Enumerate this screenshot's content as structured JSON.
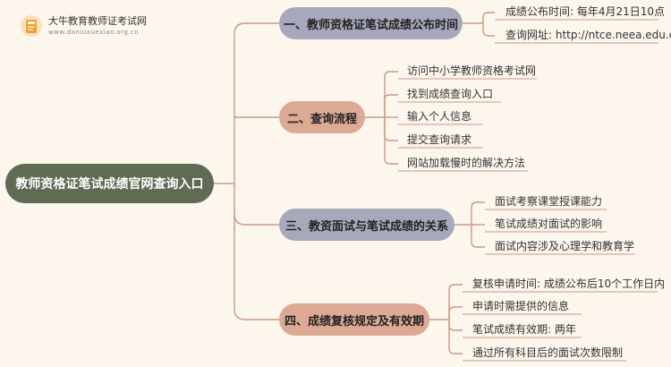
{
  "logo": {
    "title": "大牛教育教师证考试网",
    "url": "www.daniuxuexiao.org.cn"
  },
  "root": {
    "label": "教师资格证笔试成绩官网查询入口"
  },
  "branches": [
    {
      "label": "一、教师资格证笔试成绩公布时间",
      "items": [
        "成绩公布时间: 每年4月21日10点",
        "查询网址: http://ntce.neea.edu.cn"
      ]
    },
    {
      "label": "二、查询流程",
      "items": [
        "访问中小学教师资格考试网",
        "找到成绩查询入口",
        "输入个人信息",
        "提交查询请求",
        "网站加载慢时的解决方法"
      ]
    },
    {
      "label": "三、教资面试与笔试成绩的关系",
      "items": [
        "面试考察课堂授课能力",
        "笔试成绩对面试的影响",
        "面试内容涉及心理学和教育学"
      ]
    },
    {
      "label": "四、成绩复核规定及有效期",
      "items": [
        "复核申请时间: 成绩公布后10个工作日内",
        "申请时需提供的信息",
        "笔试成绩有效期: 两年",
        "通过所有科目后的面试次数限制"
      ]
    }
  ],
  "colors": {
    "root": "#5f6b52",
    "purple_branch": "#a8a8bc",
    "orange_branch": "#dca995",
    "line": "#c79a84",
    "background": "#fdf6ec"
  }
}
